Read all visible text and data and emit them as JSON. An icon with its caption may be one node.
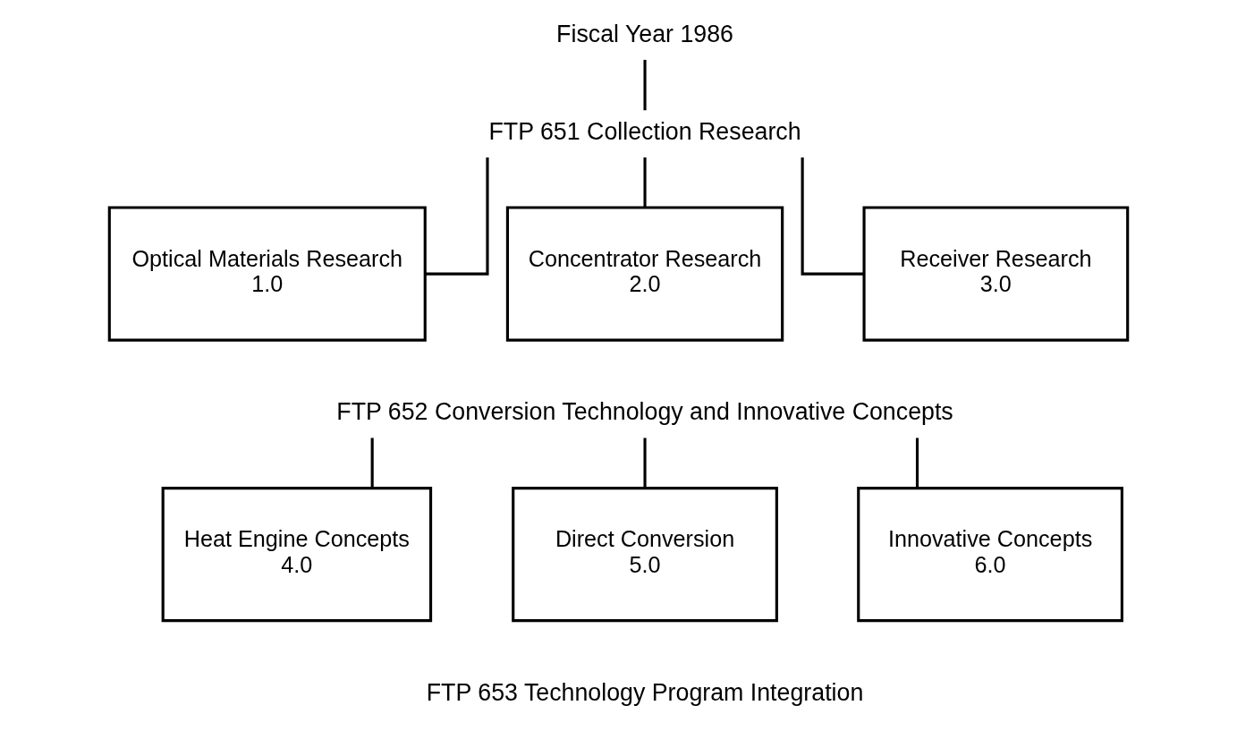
{
  "diagram": {
    "nodes": [
      {
        "text": [
          "Fiscal Year 1986"
        ]
      },
      {
        "text": [
          "FTP 651 Collection Research"
        ]
      },
      {
        "text": [
          "Optical Materials Research",
          "1.0"
        ]
      },
      {
        "text": [
          "Concentrator Research",
          "2.0"
        ]
      },
      {
        "text": [
          "Receiver Research",
          "3.0"
        ]
      },
      {
        "text": [
          "FTP 652 Conversion Technology and Innovative Concepts"
        ]
      },
      {
        "text": [
          "Heat Engine Concepts",
          "4.0"
        ]
      },
      {
        "text": [
          "Direct Conversion",
          "5.0"
        ]
      },
      {
        "text": [
          "Innovative Concepts",
          "6.0"
        ]
      }
    ],
    "edges": [
      {
        "from": 0,
        "to": 1,
        "arrow": "none"
      },
      {
        "from": 1,
        "to": 2,
        "arrow": "none"
      },
      {
        "from": 1,
        "to": 3,
        "arrow": "none"
      },
      {
        "from": 1,
        "to": 4,
        "arrow": "none"
      },
      {
        "from": 5,
        "to": 6,
        "arrow": "none"
      },
      {
        "from": 5,
        "to": 7,
        "arrow": "none"
      },
      {
        "from": 5,
        "to": 8,
        "arrow": "none"
      }
    ],
    "labels": [
      "FTP 653 Technology Program Integration"
    ]
  }
}
